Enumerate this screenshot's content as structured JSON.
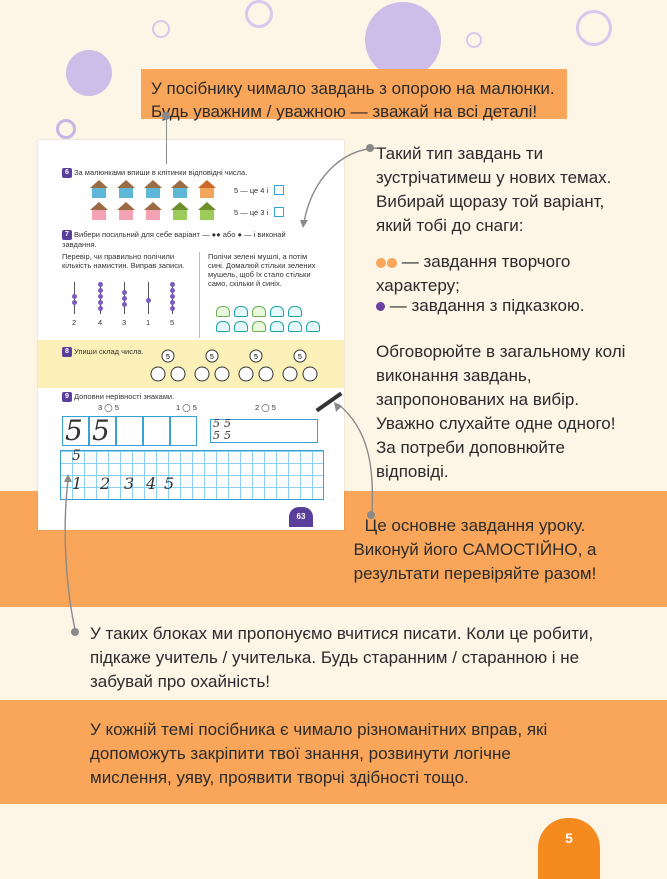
{
  "callouts": {
    "top": "У посібнику чимало завдань з опорою на малюнки. Будь уважним / уважною — зважай на всі деталі!",
    "right_1": "Такий тип завдань ти зустрічатимеш у нових темах. Вибирай щоразу той варіант, який тобі до снаги:",
    "right_orange_item": "— завдання творчого характеру;",
    "right_purple_item": "— завдання з підказкою.",
    "right_2": "Обговорюйте в загальному колі виконання завдань, запропонованих на вибір. Уважно слухайте одне одного! За потреби доповнюйте відповіді.",
    "band_main": "Це основне завдання уроку. Виконуй його САМОСТІЙНО, а результати перевіряйте разом!",
    "writing": "У таких блоках ми пропонуємо вчитися писати. Коли це робити, підкаже учитель / учителька. Будь старанним / старанною і не забувай про охайність!",
    "bottom": "У кожній темі посібника є чимало різноманітних вправ, які допоможуть закріпити твої знання, розвинути логічне мислення, уяву, проявити творчі здібності тощо."
  },
  "workbook": {
    "task6": {
      "num": "6",
      "text": "За малюнками впиши в клітинки відповідні числа.",
      "line1": "5 — це 4 і",
      "line2": "5 — це 3 і"
    },
    "task7": {
      "num": "7",
      "text": "Вибери посильний для себе варіант — ●● або ● — і виконай завдання.",
      "left": "Перевір, чи правильно полічили кількість намистин. Виправ записи.",
      "right": "Полічи зелені мушлі, а потім сині. Домалюй стільки зелених мушель, щоб їх стало стільки само, скільки й синіх.",
      "bead_labels": [
        "2",
        "4",
        "3",
        "1",
        "5"
      ]
    },
    "task8": {
      "num": "8",
      "text": "Упиши склад числа.",
      "tops": [
        "5",
        "5",
        "5",
        "5"
      ]
    },
    "task9": {
      "num": "9",
      "text": "Доповни нерівності знаками.",
      "ineq": [
        "3",
        "5",
        "1",
        "5",
        "2",
        "5"
      ]
    },
    "writing_rows": {
      "row1": [
        "5",
        "5"
      ],
      "row2": [
        "1",
        "2",
        "3",
        "4",
        "5"
      ],
      "mini": [
        "5",
        "5",
        "5",
        "5"
      ]
    },
    "page_badge": "63"
  },
  "page_number": "5"
}
